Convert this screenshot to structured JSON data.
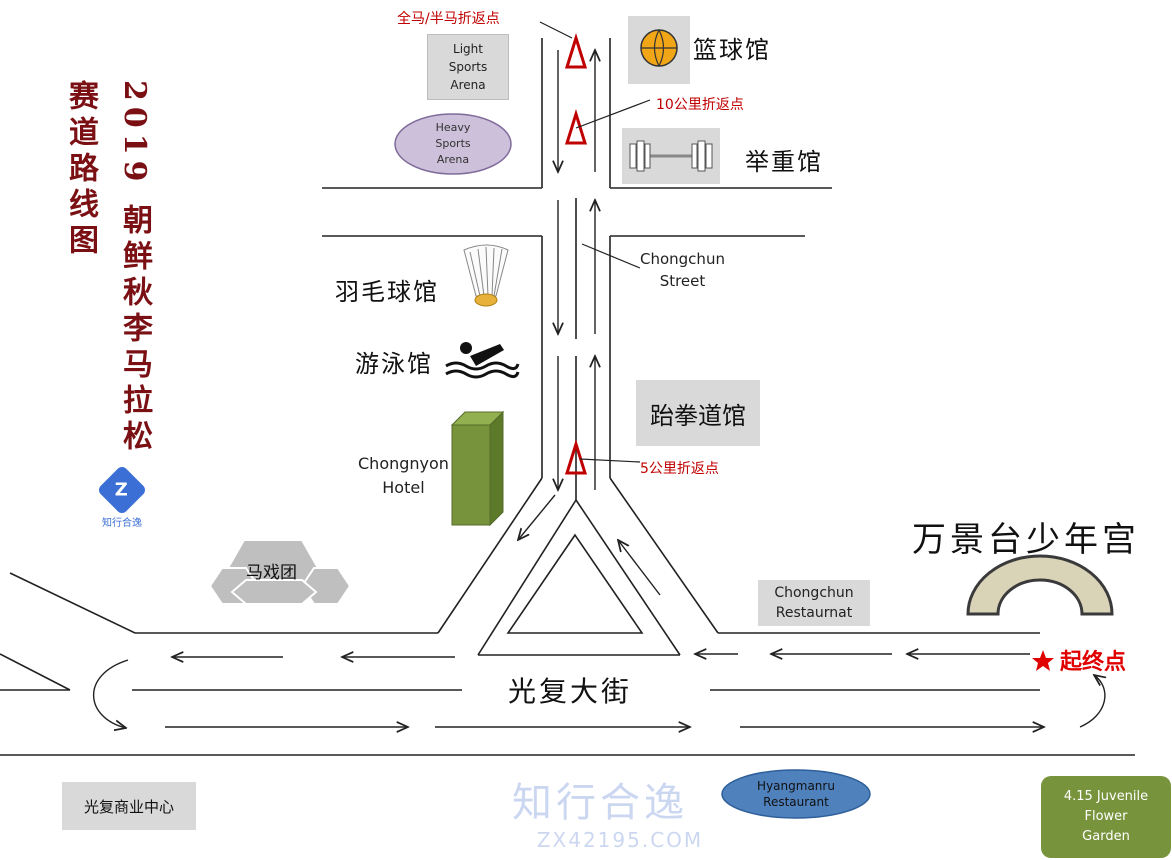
{
  "title_main": "2019 朝鲜秋李马拉松",
  "title_sub": "赛道路线图",
  "logo": {
    "icon": "zhixing-logo-icon",
    "text": "知行合逸"
  },
  "turnarounds": {
    "full_half": "全马/半马折返点",
    "km10": "10公里折返点",
    "km5": "5公里折返点"
  },
  "venues": {
    "light_sports": "Light\nSports\nArena",
    "heavy_sports": "Heavy\nSports\nArena",
    "basketball": "篮球馆",
    "weightlifting": "举重馆",
    "badminton": "羽毛球馆",
    "swimming": "游泳馆",
    "taekwondo": "跆拳道馆",
    "hotel": "Chongnyon\nHotel",
    "circus": "马戏团",
    "chongchun_rest": "Chongchun\nRestaurnat",
    "palace": "万景台少年宫",
    "commercial": "光复商业中心",
    "hyangmanru": "Hyangmanru\nRestaurant",
    "flower": "4.15 Juvenile\nFlower\nGarden"
  },
  "streets": {
    "chongchun": "Chongchun\nStreet",
    "gwangbok": "光复大街"
  },
  "start_finish": "起终点",
  "watermark": {
    "brand": "知行合逸",
    "url": "ZX42195.COM"
  },
  "colors": {
    "accent": "#c00000",
    "title": "#7b1014",
    "hotel": "#77933c",
    "flower": "#77933c",
    "hyangmanru": "#4f81bd",
    "heavy": "#ccc0da"
  }
}
